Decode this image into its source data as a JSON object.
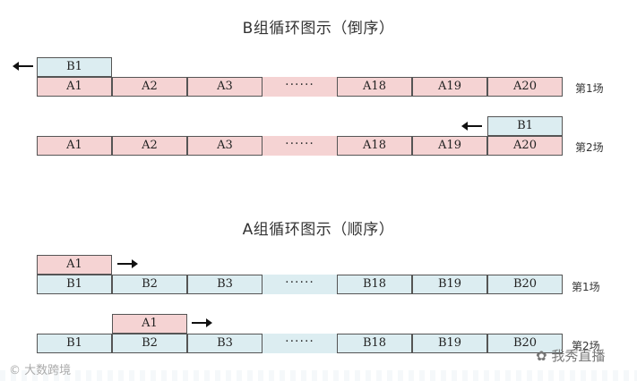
{
  "diagrams": [
    {
      "title": "B组循环图示（倒序）",
      "rows": [
        {
          "moving": "B1",
          "arrow": "left",
          "round": "第1场",
          "cells": [
            "A1",
            "A2",
            "A3",
            "······",
            "A18",
            "A19",
            "A20"
          ]
        },
        {
          "moving": "B1",
          "arrow": "left",
          "round": "第2场",
          "cells": [
            "A1",
            "A2",
            "A3",
            "······",
            "A18",
            "A19",
            "A20"
          ]
        }
      ]
    },
    {
      "title": "A组循环图示（顺序）",
      "rows": [
        {
          "moving": "A1",
          "arrow": "right",
          "round": "第1场",
          "cells": [
            "B1",
            "B2",
            "B3",
            "······",
            "B18",
            "B19",
            "B20"
          ]
        },
        {
          "moving": "A1",
          "arrow": "right",
          "round": "第2场",
          "cells": [
            "B1",
            "B2",
            "B3",
            "······",
            "B18",
            "B19",
            "B20"
          ]
        }
      ]
    }
  ],
  "colors": {
    "pink": "#f5d3d3",
    "blue": "#dcedf1",
    "border": "#555555"
  },
  "watermarks": {
    "left": "大数跨境",
    "right": "我秀直播"
  }
}
